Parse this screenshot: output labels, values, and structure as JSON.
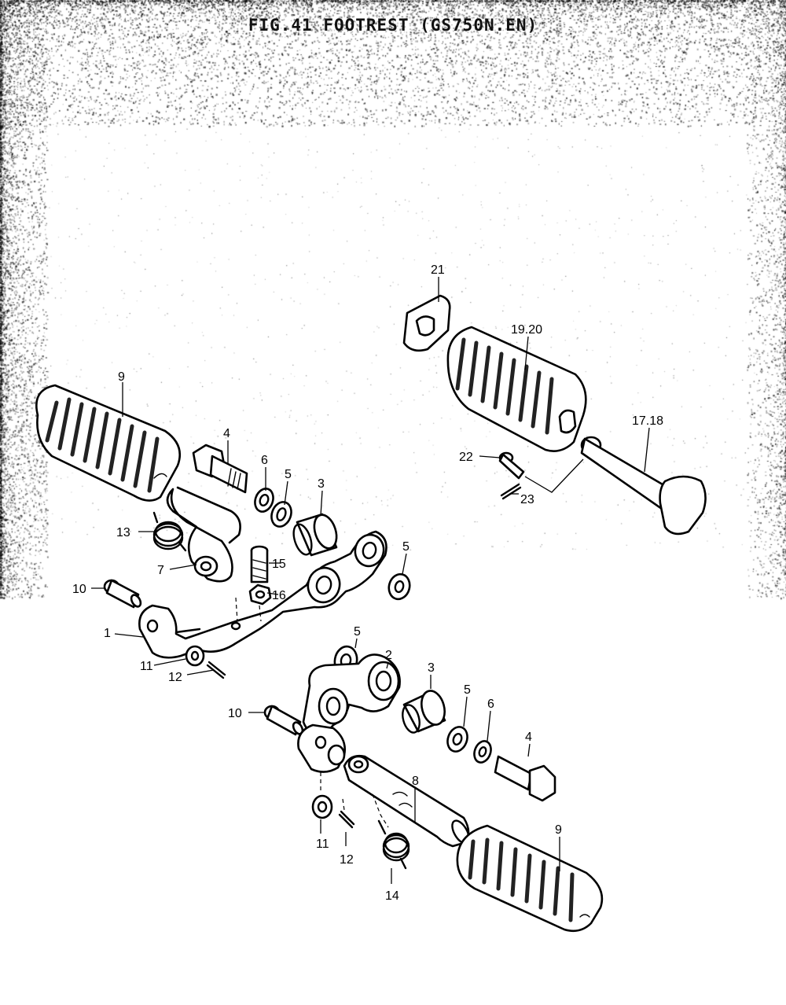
{
  "diagram": {
    "title": "FIG.41  FOOTREST (GS750N.EN)",
    "callouts": [
      {
        "id": "c9a",
        "label": "9"
      },
      {
        "id": "c4a",
        "label": "4"
      },
      {
        "id": "c6a",
        "label": "6"
      },
      {
        "id": "c5a",
        "label": "5"
      },
      {
        "id": "c3a",
        "label": "3"
      },
      {
        "id": "c13",
        "label": "13"
      },
      {
        "id": "c7",
        "label": "7"
      },
      {
        "id": "c15",
        "label": "15"
      },
      {
        "id": "c16",
        "label": "16"
      },
      {
        "id": "c5b",
        "label": "5"
      },
      {
        "id": "c10a",
        "label": "10"
      },
      {
        "id": "c1",
        "label": "1"
      },
      {
        "id": "c11a",
        "label": "11"
      },
      {
        "id": "c12a",
        "label": "12"
      },
      {
        "id": "c21",
        "label": "21"
      },
      {
        "id": "c1920",
        "label": "19.20"
      },
      {
        "id": "c1718",
        "label": "17.18"
      },
      {
        "id": "c22",
        "label": "22"
      },
      {
        "id": "c23",
        "label": "23"
      },
      {
        "id": "c5c",
        "label": "5"
      },
      {
        "id": "c2",
        "label": "2"
      },
      {
        "id": "c3b",
        "label": "3"
      },
      {
        "id": "c5d",
        "label": "5"
      },
      {
        "id": "c6b",
        "label": "6"
      },
      {
        "id": "c4b",
        "label": "4"
      },
      {
        "id": "c10b",
        "label": "10"
      },
      {
        "id": "c8",
        "label": "8"
      },
      {
        "id": "c11b",
        "label": "11"
      },
      {
        "id": "c12b",
        "label": "12"
      },
      {
        "id": "c14",
        "label": "14"
      },
      {
        "id": "c9b",
        "label": "9"
      }
    ]
  }
}
